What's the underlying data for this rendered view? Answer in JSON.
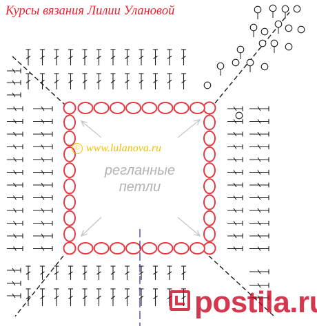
{
  "header": {
    "title": "Курсы вязания Лилии Улановой"
  },
  "watermark": {
    "site": "www.lulanova.ru",
    "copyright_symbol": "©",
    "logo_text": "postila.ru"
  },
  "diagram": {
    "label_line1": "регланные",
    "label_line2": "петли",
    "colors": {
      "chain": "#e63a43",
      "stitch": "#1a1a1a",
      "text": "#e0262f",
      "site": "#f2c200",
      "label": "#b2b2b2",
      "arrow": "#c8c8c8",
      "guide": "#3b3b9a"
    },
    "icons": [
      "copyright-icon",
      "postila-logo-icon",
      "chain-stitch-icon",
      "double-crochet-icon",
      "bead-icon",
      "arrow-icon"
    ]
  }
}
